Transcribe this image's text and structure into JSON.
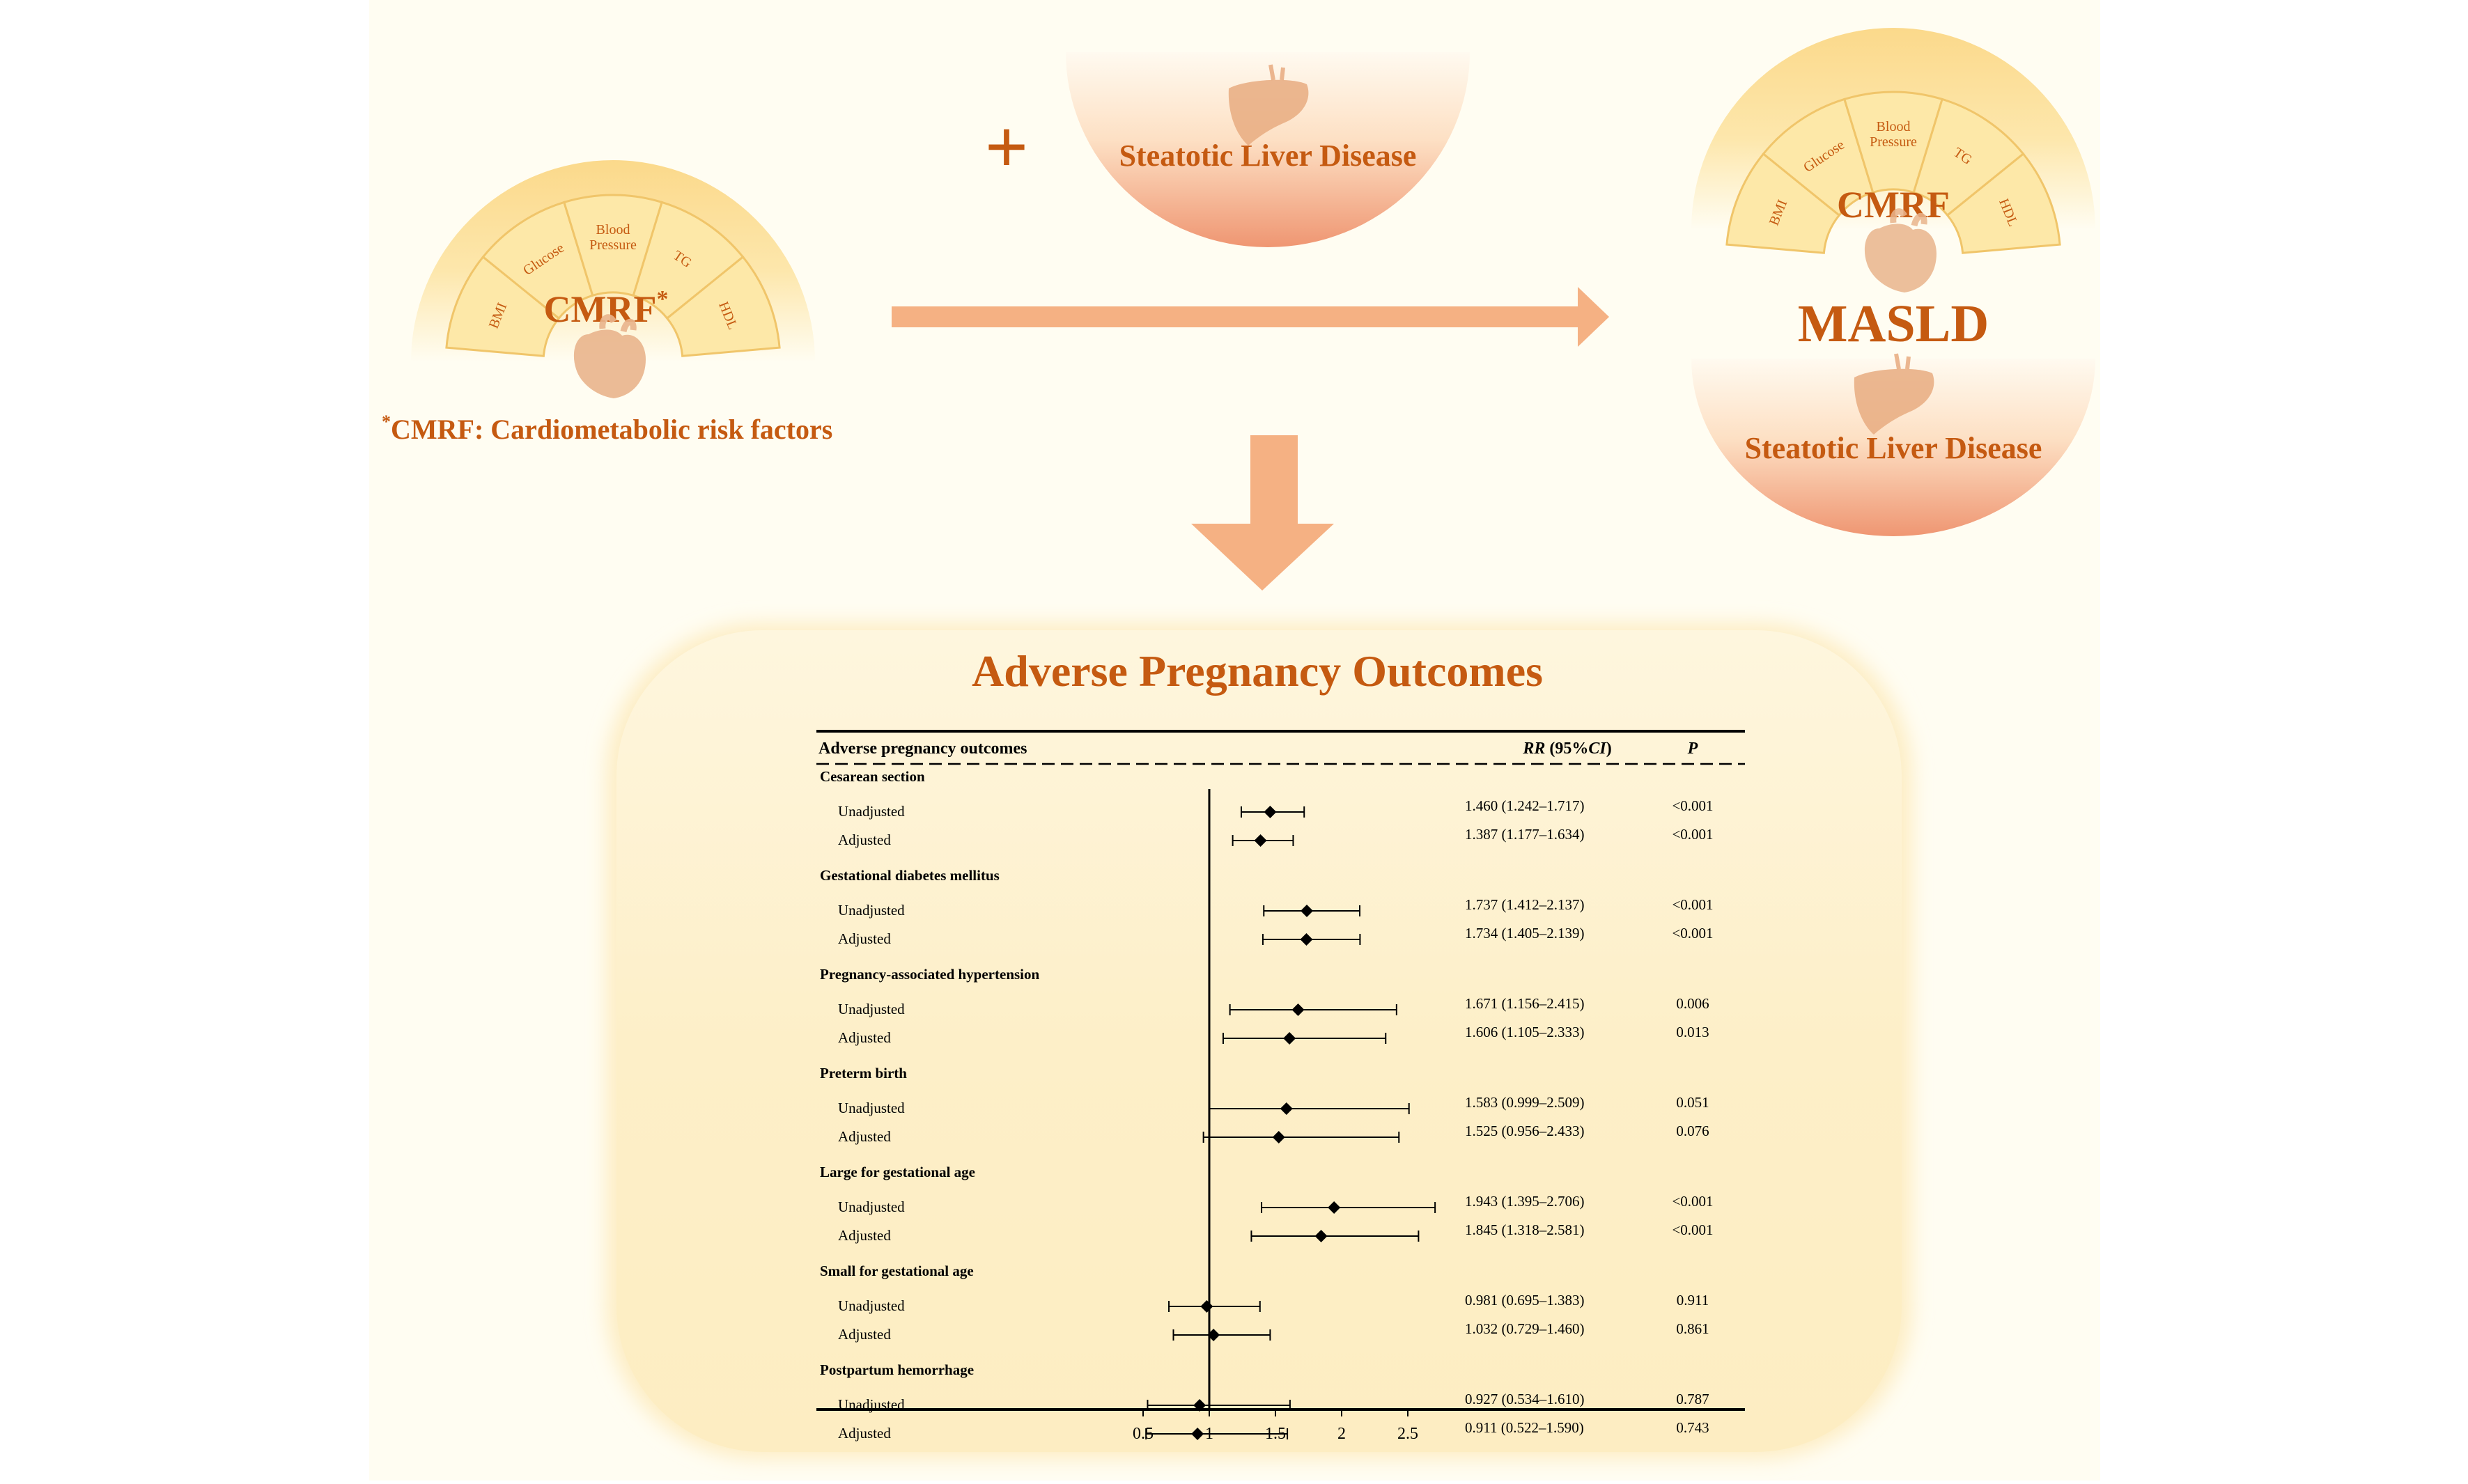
{
  "cmrf_left": {
    "segments": [
      "BMI",
      "Glucose",
      "Blood Pressure",
      "TG",
      "HDL"
    ],
    "label": "CMRF",
    "asterisk": "*",
    "footnote_mark": "*",
    "footnote": "CMRF: Cardiometabolic risk factors"
  },
  "plus_sign": "+",
  "liver_top": {
    "label": "Steatotic Liver Disease"
  },
  "masld": {
    "segments": [
      "BMI",
      "Glucose",
      "Blood Pressure",
      "TG",
      "HDL"
    ],
    "cmrf_label": "CMRF",
    "title": "MASLD",
    "liver_label": "Steatotic Liver Disease"
  },
  "outcomes_panel": {
    "title": "Adverse Pregnancy Outcomes"
  },
  "chart_data": {
    "type": "forest",
    "columns": {
      "outcome": "Adverse pregnancy outcomes",
      "rr_prefix": "RR",
      "rr_open": " (95%",
      "rr_ci": "CI",
      "rr_close": ")",
      "p": "P"
    },
    "groups": [
      {
        "name": "Cesarean section",
        "rows": [
          {
            "label": "Unadjusted",
            "rr": 1.46,
            "lo": 1.242,
            "hi": 1.717,
            "rr_text": "1.460 (1.242–1.717)",
            "p": "<0.001"
          },
          {
            "label": "Adjusted",
            "rr": 1.387,
            "lo": 1.177,
            "hi": 1.634,
            "rr_text": "1.387 (1.177–1.634)",
            "p": "<0.001"
          }
        ]
      },
      {
        "name": "Gestational diabetes mellitus",
        "rows": [
          {
            "label": "Unadjusted",
            "rr": 1.737,
            "lo": 1.412,
            "hi": 2.137,
            "rr_text": "1.737 (1.412–2.137)",
            "p": "<0.001"
          },
          {
            "label": "Adjusted",
            "rr": 1.734,
            "lo": 1.405,
            "hi": 2.139,
            "rr_text": "1.734 (1.405–2.139)",
            "p": "<0.001"
          }
        ]
      },
      {
        "name": "Pregnancy-associated hypertension",
        "rows": [
          {
            "label": "Unadjusted",
            "rr": 1.671,
            "lo": 1.156,
            "hi": 2.415,
            "rr_text": "1.671 (1.156–2.415)",
            "p": "0.006"
          },
          {
            "label": "Adjusted",
            "rr": 1.606,
            "lo": 1.105,
            "hi": 2.333,
            "rr_text": "1.606 (1.105–2.333)",
            "p": "0.013"
          }
        ]
      },
      {
        "name": "Preterm birth",
        "rows": [
          {
            "label": "Unadjusted",
            "rr": 1.583,
            "lo": 0.999,
            "hi": 2.509,
            "rr_text": "1.583 (0.999–2.509)",
            "p": "0.051"
          },
          {
            "label": "Adjusted",
            "rr": 1.525,
            "lo": 0.956,
            "hi": 2.433,
            "rr_text": "1.525 (0.956–2.433)",
            "p": "0.076"
          }
        ]
      },
      {
        "name": "Large for gestational age",
        "rows": [
          {
            "label": "Unadjusted",
            "rr": 1.943,
            "lo": 1.395,
            "hi": 2.706,
            "rr_text": "1.943 (1.395–2.706)",
            "p": "<0.001"
          },
          {
            "label": "Adjusted",
            "rr": 1.845,
            "lo": 1.318,
            "hi": 2.581,
            "rr_text": "1.845 (1.318–2.581)",
            "p": "<0.001"
          }
        ]
      },
      {
        "name": "Small for gestational age",
        "rows": [
          {
            "label": "Unadjusted",
            "rr": 0.981,
            "lo": 0.695,
            "hi": 1.383,
            "rr_text": "0.981 (0.695–1.383)",
            "p": "0.911"
          },
          {
            "label": "Adjusted",
            "rr": 1.032,
            "lo": 0.729,
            "hi": 1.46,
            "rr_text": "1.032 (0.729–1.460)",
            "p": "0.861"
          }
        ]
      },
      {
        "name": "Postpartum hemorrhage",
        "rows": [
          {
            "label": "Unadjusted",
            "rr": 0.927,
            "lo": 0.534,
            "hi": 1.61,
            "rr_text": "0.927 (0.534–1.610)",
            "p": "0.787"
          },
          {
            "label": "Adjusted",
            "rr": 0.911,
            "lo": 0.522,
            "hi": 1.59,
            "rr_text": "0.911 (0.522–1.590)",
            "p": "0.743"
          }
        ]
      }
    ],
    "x_ticks": [
      0.5,
      1,
      1.5,
      2,
      2.5
    ],
    "x_tick_labels": [
      "0.5",
      "1",
      "1.5",
      "2",
      "2.5"
    ],
    "reference_line": 1
  },
  "colors": {
    "background": "#fffdf2",
    "accent": "#c55a11",
    "fan_light": "#fde8a8",
    "fan_dark": "#f4c86e",
    "liver_bowl_top": "#fff7ea",
    "liver_bowl_bottom": "#ef9a76",
    "arrow": "#f5b183",
    "panel": "#fdf0cc"
  }
}
